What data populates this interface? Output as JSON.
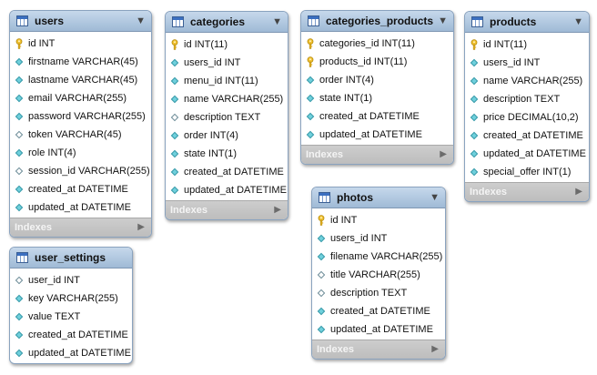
{
  "tables": [
    {
      "name": "users",
      "columns": [
        {
          "text": "id INT",
          "icon": "key-icon"
        },
        {
          "text": "firstname VARCHAR(45)",
          "icon": "diamond-icon"
        },
        {
          "text": "lastname VARCHAR(45)",
          "icon": "diamond-icon"
        },
        {
          "text": "email VARCHAR(255)",
          "icon": "diamond-icon"
        },
        {
          "text": "password VARCHAR(255)",
          "icon": "diamond-icon"
        },
        {
          "text": "token VARCHAR(45)",
          "icon": "hollow-diamond-icon"
        },
        {
          "text": "role INT(4)",
          "icon": "diamond-icon"
        },
        {
          "text": "session_id VARCHAR(255)",
          "icon": "hollow-diamond-icon"
        },
        {
          "text": "created_at DATETIME",
          "icon": "diamond-icon"
        },
        {
          "text": "updated_at DATETIME",
          "icon": "diamond-icon"
        }
      ],
      "footer": "Indexes"
    },
    {
      "name": "categories",
      "columns": [
        {
          "text": "id INT(11)",
          "icon": "key-icon"
        },
        {
          "text": "users_id INT",
          "icon": "diamond-icon"
        },
        {
          "text": "menu_id INT(11)",
          "icon": "diamond-icon"
        },
        {
          "text": "name VARCHAR(255)",
          "icon": "diamond-icon"
        },
        {
          "text": "description TEXT",
          "icon": "hollow-diamond-icon"
        },
        {
          "text": "order INT(4)",
          "icon": "diamond-icon"
        },
        {
          "text": "state INT(1)",
          "icon": "diamond-icon"
        },
        {
          "text": "created_at DATETIME",
          "icon": "diamond-icon"
        },
        {
          "text": "updated_at DATETIME",
          "icon": "diamond-icon"
        }
      ],
      "footer": "Indexes"
    },
    {
      "name": "categories_products",
      "columns": [
        {
          "text": "categories_id INT(11)",
          "icon": "key-icon"
        },
        {
          "text": "products_id INT(11)",
          "icon": "key-icon"
        },
        {
          "text": "order INT(4)",
          "icon": "diamond-icon"
        },
        {
          "text": "state INT(1)",
          "icon": "diamond-icon"
        },
        {
          "text": "created_at DATETIME",
          "icon": "diamond-icon"
        },
        {
          "text": "updated_at DATETIME",
          "icon": "diamond-icon"
        }
      ],
      "footer": "Indexes"
    },
    {
      "name": "products",
      "columns": [
        {
          "text": "id INT(11)",
          "icon": "key-icon"
        },
        {
          "text": "users_id INT",
          "icon": "diamond-icon"
        },
        {
          "text": "name VARCHAR(255)",
          "icon": "diamond-icon"
        },
        {
          "text": "description TEXT",
          "icon": "diamond-icon"
        },
        {
          "text": "price DECIMAL(10,2)",
          "icon": "diamond-icon"
        },
        {
          "text": "created_at DATETIME",
          "icon": "diamond-icon"
        },
        {
          "text": "updated_at DATETIME",
          "icon": "diamond-icon"
        },
        {
          "text": "special_offer INT(1)",
          "icon": "diamond-icon"
        }
      ],
      "footer": "Indexes"
    },
    {
      "name": "photos",
      "columns": [
        {
          "text": "id INT",
          "icon": "key-icon"
        },
        {
          "text": "users_id INT",
          "icon": "diamond-icon"
        },
        {
          "text": "filename VARCHAR(255)",
          "icon": "diamond-icon"
        },
        {
          "text": "title VARCHAR(255)",
          "icon": "hollow-diamond-icon"
        },
        {
          "text": "description TEXT",
          "icon": "hollow-diamond-icon"
        },
        {
          "text": "created_at DATETIME",
          "icon": "diamond-icon"
        },
        {
          "text": "updated_at DATETIME",
          "icon": "diamond-icon"
        }
      ],
      "footer": "Indexes"
    },
    {
      "name": "user_settings",
      "columns": [
        {
          "text": "user_id INT",
          "icon": "hollow-diamond-icon"
        },
        {
          "text": "key VARCHAR(255)",
          "icon": "diamond-icon"
        },
        {
          "text": "value TEXT",
          "icon": "diamond-icon"
        },
        {
          "text": "created_at DATETIME",
          "icon": "diamond-icon"
        },
        {
          "text": "updated_at DATETIME",
          "icon": "diamond-icon"
        }
      ]
    }
  ],
  "colors": {
    "header_top": "#c6d8eb",
    "header_bottom": "#9fbad6",
    "border": "#8aa3bf",
    "diamond_fill": "#6fd0dc",
    "key": "#e8b82a",
    "footer": "#c4c4c4"
  }
}
